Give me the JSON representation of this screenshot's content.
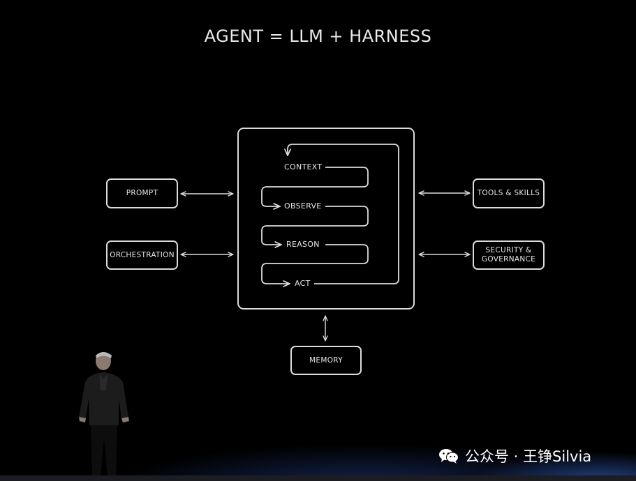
{
  "title": "AGENT = LLM + HARNESS",
  "left_boxes": {
    "prompt": "PROMPT",
    "orchestration": "ORCHESTRATION"
  },
  "right_boxes": {
    "tools": "TOOLS & SKILLS",
    "security_line1": "SECURITY &",
    "security_line2": "GOVERNANCE"
  },
  "bottom_box": "MEMORY",
  "loop_steps": [
    "CONTEXT",
    "OBSERVE",
    "REASON",
    "ACT"
  ],
  "watermark": {
    "text": "公众号 · 王铮Silvia",
    "icon": "wechat-icon"
  },
  "colors": {
    "background": "#000000",
    "line": "#dcdcdc",
    "glow": "#3c6edc"
  }
}
